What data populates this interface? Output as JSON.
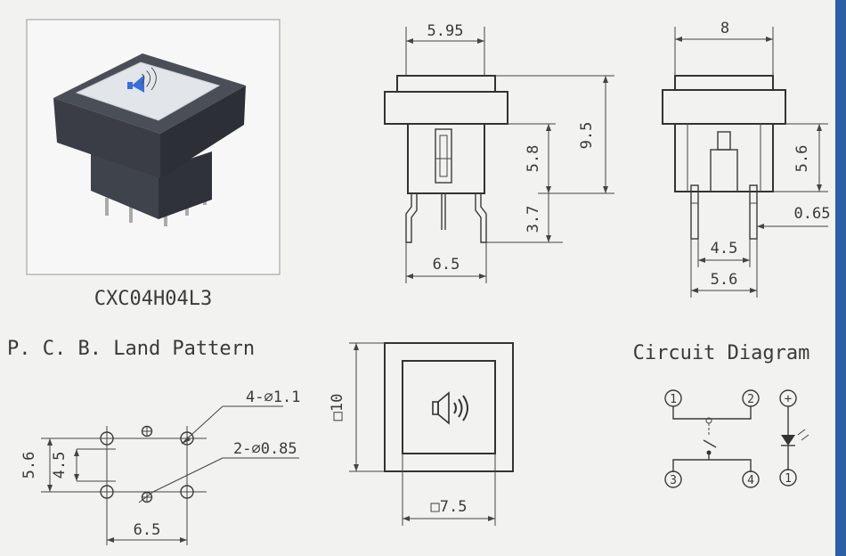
{
  "part_number": "CXC04H04L3",
  "side_view": {
    "dim_top_width": "5.95",
    "dim_total_height": "9.5",
    "dim_body_height": "5.8",
    "dim_pin_length": "3.7",
    "dim_pin_span": "6.5"
  },
  "end_view": {
    "dim_top_width": "8",
    "dim_body_height": "5.6",
    "dim_pin_thickness": "0.65",
    "dim_inner_pin_span": "4.5",
    "dim_outer_pin_span": "5.6"
  },
  "pcb_land_pattern": {
    "title": "P. C. B. Land Pattern",
    "hole_large": "4-⌀1.1",
    "hole_small": "2-⌀0.85",
    "dim_outer_height": "5.6",
    "dim_inner_height": "4.5",
    "dim_width": "6.5"
  },
  "top_view": {
    "dim_outer_square": "□10",
    "dim_inner_square": "□7.5",
    "icon": "speaker-icon"
  },
  "circuit_diagram": {
    "title": "Circuit Diagram",
    "pin_1_switch": "1",
    "pin_2": "2",
    "pin_3": "3",
    "pin_4": "4",
    "led_plus": "+",
    "led_pin": "1"
  },
  "colors": {
    "ink": "#3a3a3a",
    "paper": "#f2f2f0",
    "cap_icon": "#3b6fd4",
    "switch_body": "#4a4e57"
  }
}
